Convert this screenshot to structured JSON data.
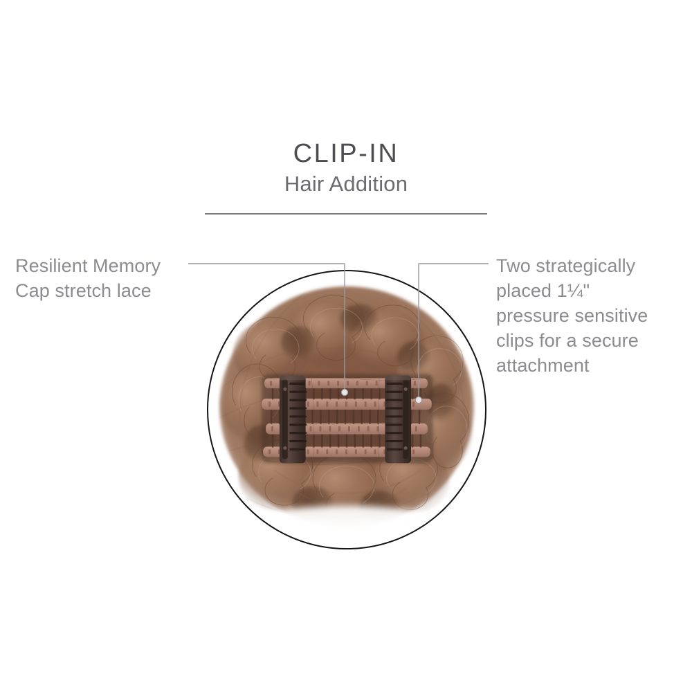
{
  "header": {
    "title": "CLIP-IN",
    "subtitle": "Hair Addition"
  },
  "callouts": {
    "left": {
      "label": "Resilient Memory\nCap stretch lace",
      "line1": "Resilient Memory",
      "line2": "Cap stretch lace"
    },
    "right": {
      "label": "Two strategically\nplaced 1¼\"\npressure sensitive\nclips for a secure\nattachment",
      "line1": "Two strategically",
      "line2": "placed 1¼\"",
      "line3": "pressure sensitive",
      "line4": "clips for a secure",
      "line5": "attachment"
    }
  },
  "product": {
    "alt": "clip-in hair addition top view showing lace cap and two pressure sensitive clips"
  },
  "colors": {
    "title": "#4d4d51",
    "subtitle": "#6b6b70",
    "callout_text": "#8b8b90",
    "rule": "#7b7b80",
    "leader_line": "#9a9a9e",
    "circle_outline": "#141414",
    "hair_mid": "#8a6048",
    "hair_light": "#ab8168",
    "hair_dark": "#57392b",
    "lace": "#bb9081",
    "clip_metal": "#4a3a34",
    "background": "#ffffff"
  }
}
